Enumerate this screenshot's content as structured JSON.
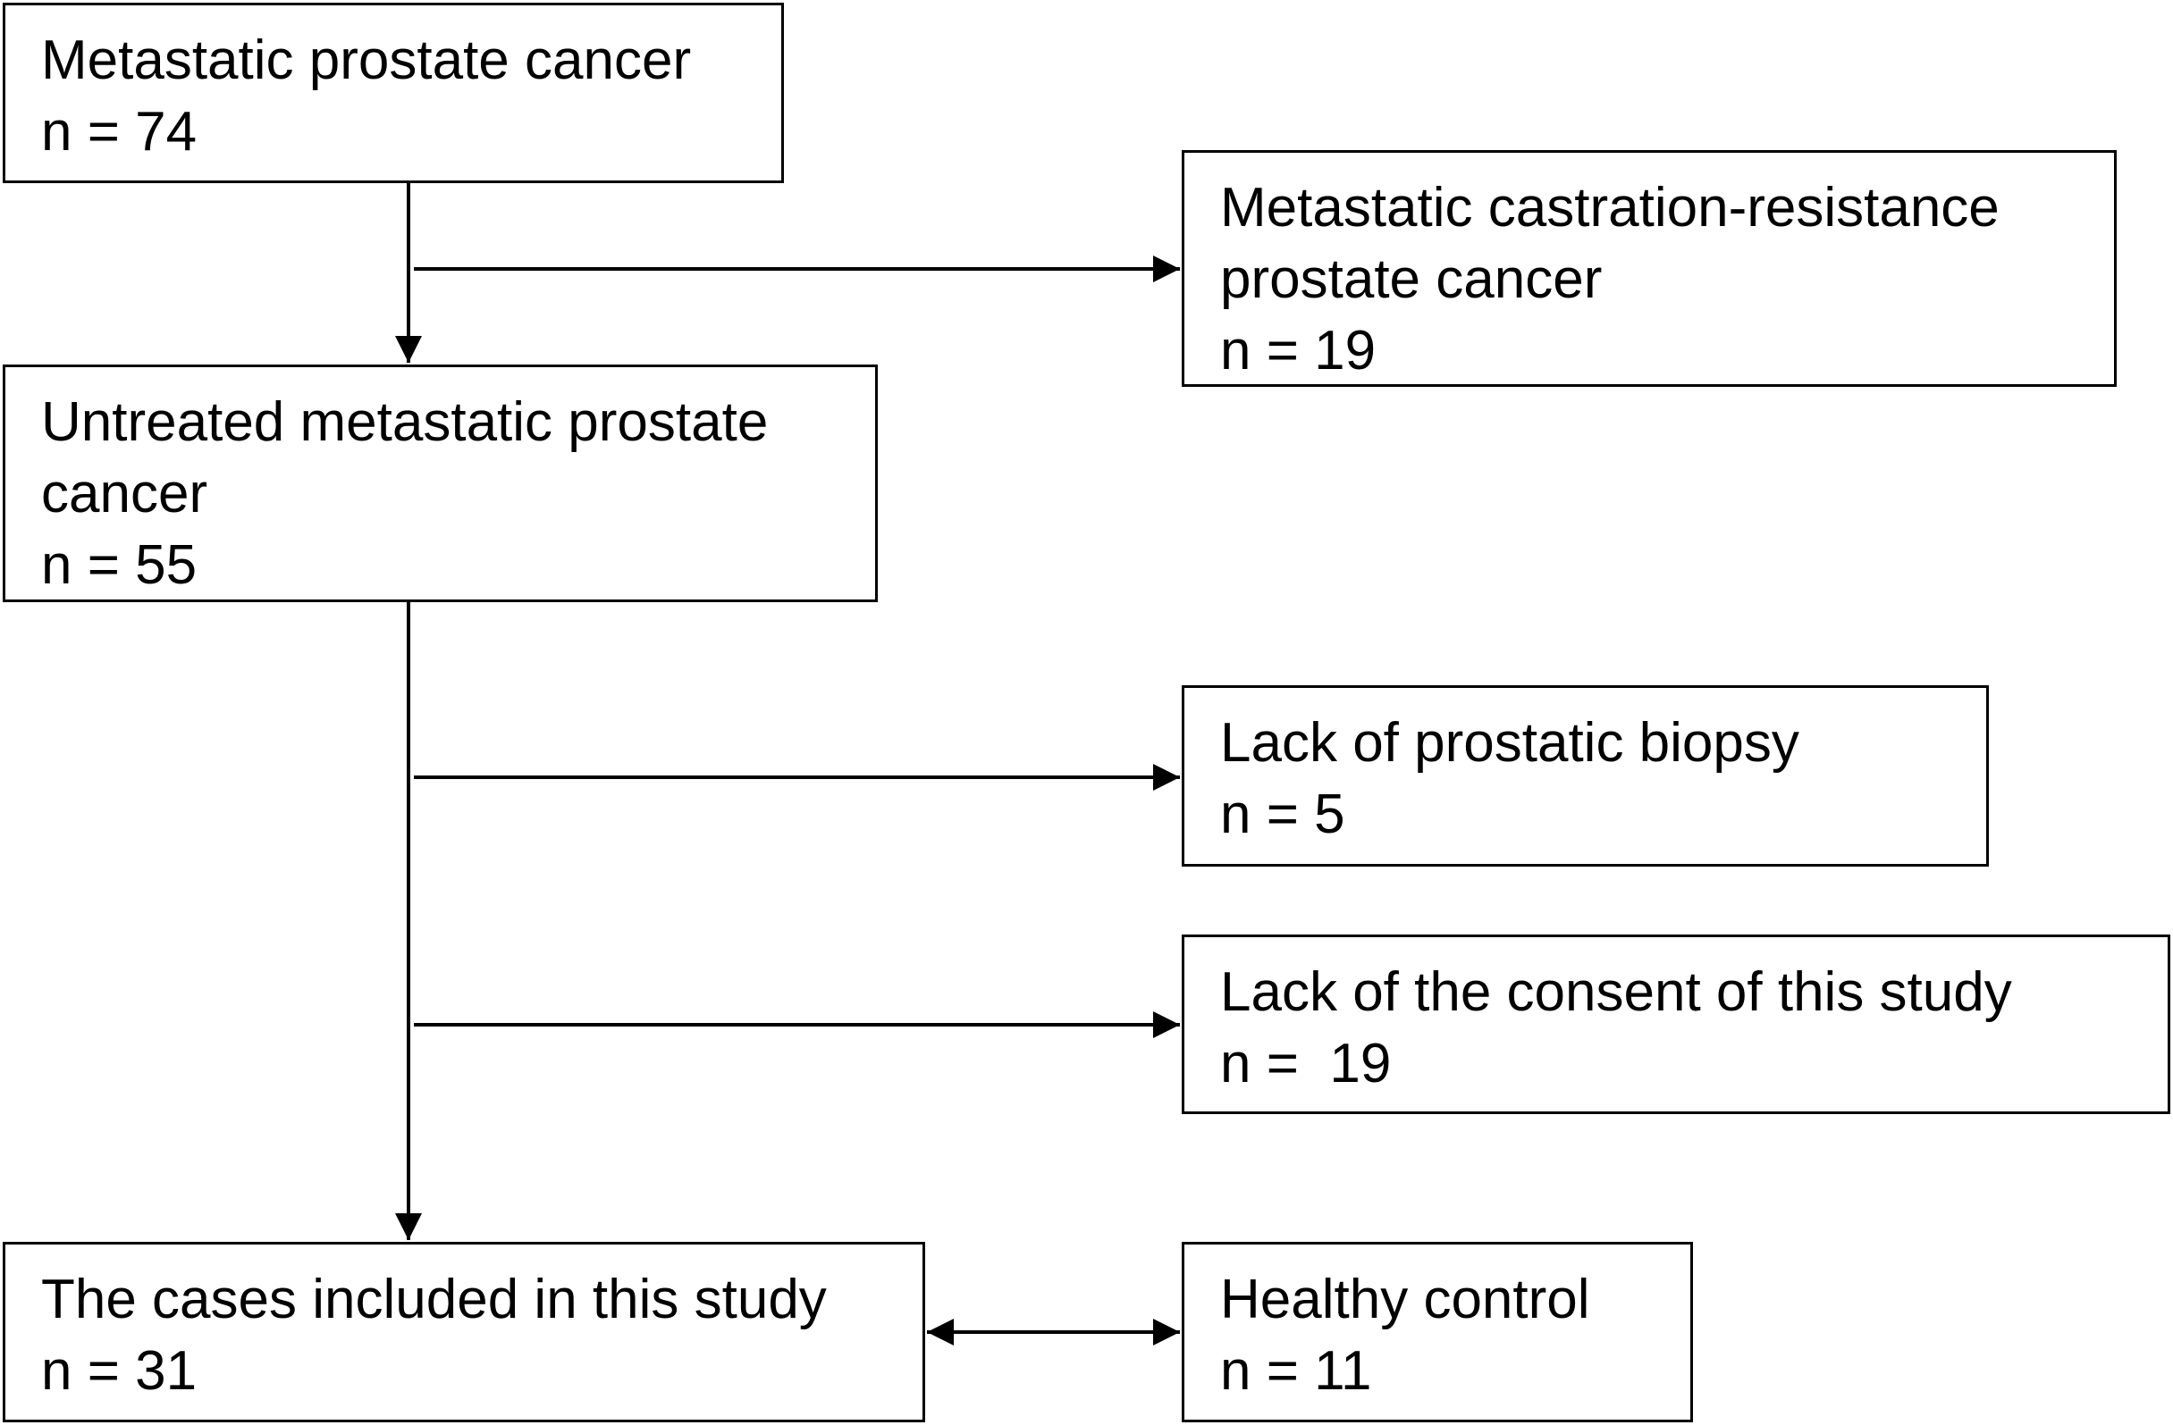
{
  "diagram": {
    "nodes": [
      {
        "id": "mpc",
        "lines": [
          "Metastatic prostate cancer",
          "n = 74"
        ]
      },
      {
        "id": "mcrpc",
        "lines": [
          "Metastatic castration-resistance",
          "prostate cancer",
          "n = 19"
        ]
      },
      {
        "id": "untreated",
        "lines": [
          "Untreated metastatic prostate",
          "cancer",
          "n = 55"
        ]
      },
      {
        "id": "biopsy",
        "lines": [
          "Lack of prostatic biopsy",
          "n = 5"
        ]
      },
      {
        "id": "consent",
        "lines": [
          "Lack of the consent of this study",
          "n =  19"
        ]
      },
      {
        "id": "included",
        "lines": [
          "The cases included in this study",
          "n = 31"
        ]
      },
      {
        "id": "healthy",
        "lines": [
          "Healthy control",
          "n = 11"
        ]
      }
    ],
    "edges": [
      {
        "from": "mpc",
        "to": "untreated",
        "type": "arrow"
      },
      {
        "from": "mpc",
        "to": "mcrpc",
        "type": "branch-arrow"
      },
      {
        "from": "untreated",
        "to": "included",
        "type": "arrow"
      },
      {
        "from": "untreated",
        "to": "biopsy",
        "type": "branch-arrow"
      },
      {
        "from": "untreated",
        "to": "consent",
        "type": "branch-arrow"
      },
      {
        "from": "included",
        "to": "healthy",
        "type": "double-arrow"
      }
    ]
  }
}
